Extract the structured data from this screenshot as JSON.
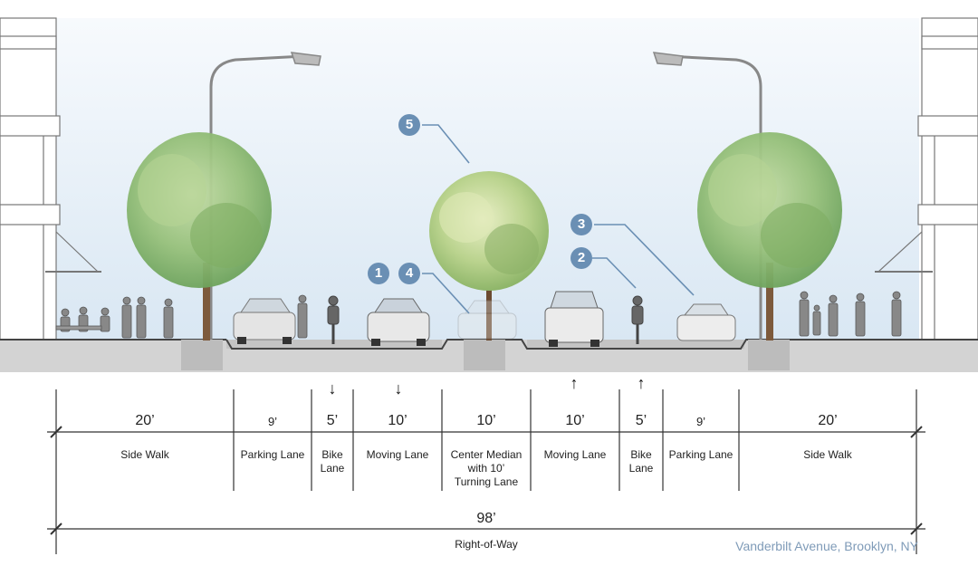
{
  "colors": {
    "sky_top": "#f4f8fc",
    "sky_bottom": "#dbe8f3",
    "ground": "#d4d4d4",
    "callout": "#6a8fb4",
    "caption": "#7f9bb8",
    "tree": "#8fbb6e"
  },
  "callouts": [
    {
      "id": "1",
      "label": "1"
    },
    {
      "id": "4",
      "label": "4"
    },
    {
      "id": "5",
      "label": "5"
    },
    {
      "id": "3",
      "label": "3"
    },
    {
      "id": "2",
      "label": "2"
    }
  ],
  "segments": [
    {
      "value": "20’",
      "label": "Side Walk"
    },
    {
      "value": "9’",
      "label": "Parking Lane"
    },
    {
      "value": "5’",
      "label": "Bike Lane"
    },
    {
      "value": "10’",
      "label": "Moving Lane"
    },
    {
      "value": "10’",
      "label": "Center Median with 10’ Turning Lane"
    },
    {
      "value": "10’",
      "label": "Moving Lane"
    },
    {
      "value": "5’",
      "label": "Bike Lane"
    },
    {
      "value": "9’",
      "label": "Parking Lane"
    },
    {
      "value": "20’",
      "label": "Side Walk"
    }
  ],
  "total": {
    "value": "98’",
    "label": "Right-of-Way"
  },
  "caption": "Vanderbilt Avenue, Brooklyn, NY",
  "arrows": {
    "down": "↓",
    "up": "↑"
  }
}
